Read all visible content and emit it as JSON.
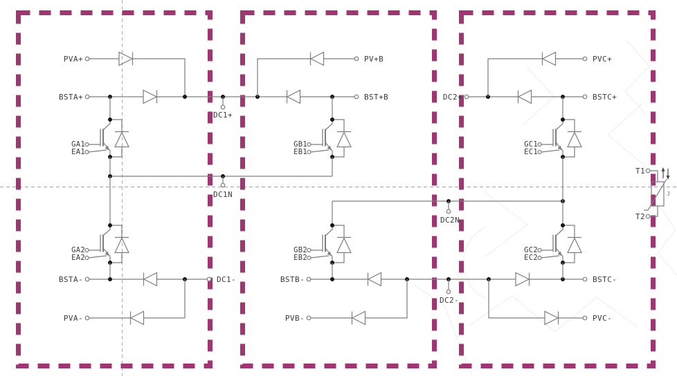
{
  "diagram": {
    "type": "power-electronics-schematic",
    "description": "Three-phase IGBT boost/buck converter module schematic with three dashed phase frames and NTC thermistor",
    "colors": {
      "frame": "#A23471",
      "wire": "#7d7d7d",
      "text": "#3b3b3b",
      "centerline": "#a3a3a3"
    },
    "phase_a": {
      "pv_pos": "PVA+",
      "bst_pos": "BSTA+",
      "gate1": "GA1",
      "emitter1": "EA1",
      "gate2": "GA2",
      "emitter2": "EA2",
      "bst_neg": "BSTA-",
      "pv_neg": "PVA-",
      "dc_pos": "DC1+",
      "dc_n": "DC1N",
      "dc_neg": "DC1-"
    },
    "phase_b": {
      "pv_pos": "PV+B",
      "bst_pos": "BST+B",
      "gate1": "GB1",
      "emitter1": "EB1",
      "gate2": "GB2",
      "emitter2": "EB2",
      "bst_neg": "BSTB-",
      "pv_neg": "PVB-",
      "dc_n": "DC2N",
      "dc_neg": "DC2-"
    },
    "phase_c": {
      "dc_pos": "DC2+",
      "pv_pos": "PVC+",
      "bst_pos": "BSTC+",
      "gate1": "GC1",
      "emitter1": "EC1",
      "gate2": "GC2",
      "emitter2": "EC2",
      "bst_neg": "BSTC-",
      "pv_neg": "PVC-"
    },
    "thermistor": {
      "t1": "T1",
      "t2": "T2",
      "mark": "J"
    }
  }
}
